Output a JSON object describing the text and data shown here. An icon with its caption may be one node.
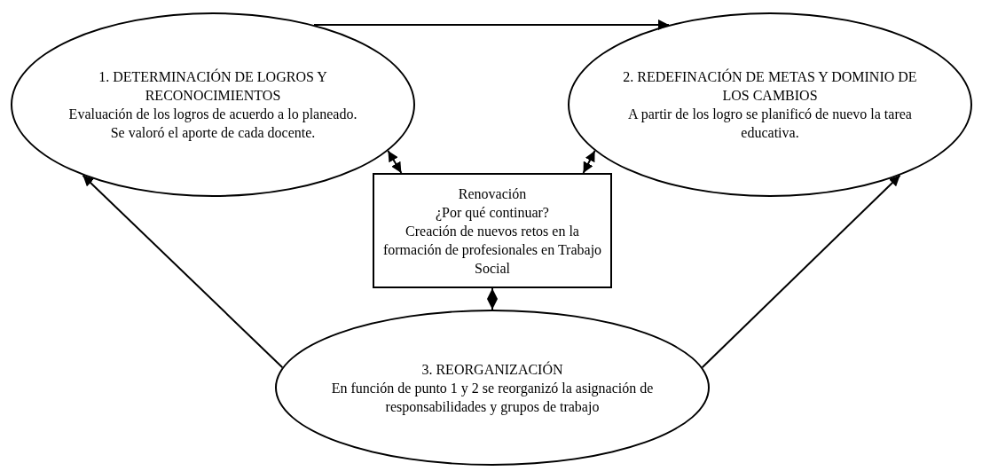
{
  "diagram": {
    "nodes": [
      {
        "text": [
          "1. DETERMINACIÓN DE LOGROS Y RECONOCIMIENTOS",
          "Evaluación de los logros de acuerdo a lo planeado. Se valoró el aporte de cada docente."
        ]
      },
      {
        "text": [
          "2. REDEFINACIÓN DE METAS Y DOMINIO DE LOS CAMBIOS",
          "A partir de los logro se planificó de nuevo la tarea educativa."
        ]
      },
      {
        "text": [
          "Renovación",
          "¿Por qué continuar?",
          "Creación de nuevos retos en la formación de profesionales en Trabajo Social"
        ]
      },
      {
        "text": [
          "3. REORGANIZACIÓN",
          "En función de punto 1 y 2 se reorganizó la asignación de responsabilidades y grupos de trabajo"
        ]
      }
    ],
    "edges": [
      {
        "from": 0,
        "to": 1,
        "arrow": "to"
      },
      {
        "from": 3,
        "to": 0,
        "arrow": "to"
      },
      {
        "from": 3,
        "to": 1,
        "arrow": "to"
      },
      {
        "from": 0,
        "to": 2,
        "arrow": "both"
      },
      {
        "from": 1,
        "to": 2,
        "arrow": "both"
      },
      {
        "from": 2,
        "to": 3,
        "arrow": "both"
      }
    ]
  }
}
